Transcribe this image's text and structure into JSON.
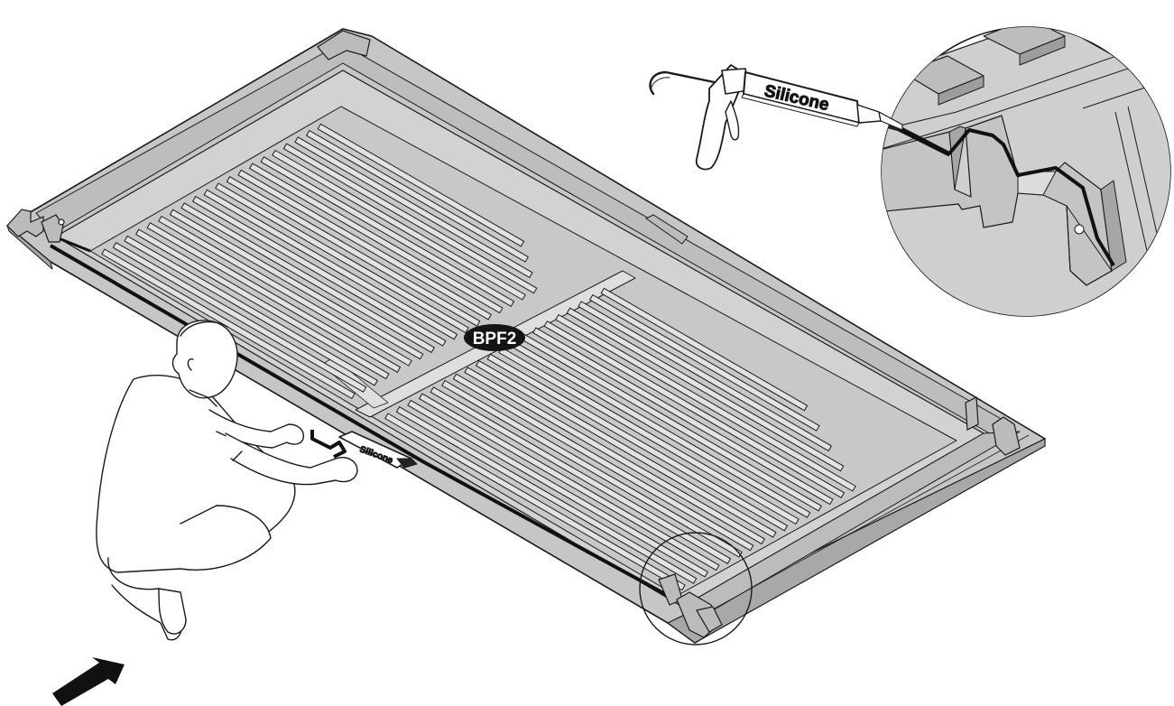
{
  "part_badge": "BPF2",
  "detail_tube_label": "Silicone",
  "main_tube_label": "Silicone",
  "colors": {
    "panel_fill": "#c9c9c9",
    "panel_face": "#d4d4d4",
    "rib_fill": "#dcdcdc",
    "line": "#1a1a1a",
    "badge_fill": "#141414",
    "badge_text": "#ffffff",
    "background": "#ffffff"
  },
  "icons": [
    "direction-arrow-icon",
    "detail-callout-icon",
    "caulk-gun-icon",
    "person-icon"
  ]
}
